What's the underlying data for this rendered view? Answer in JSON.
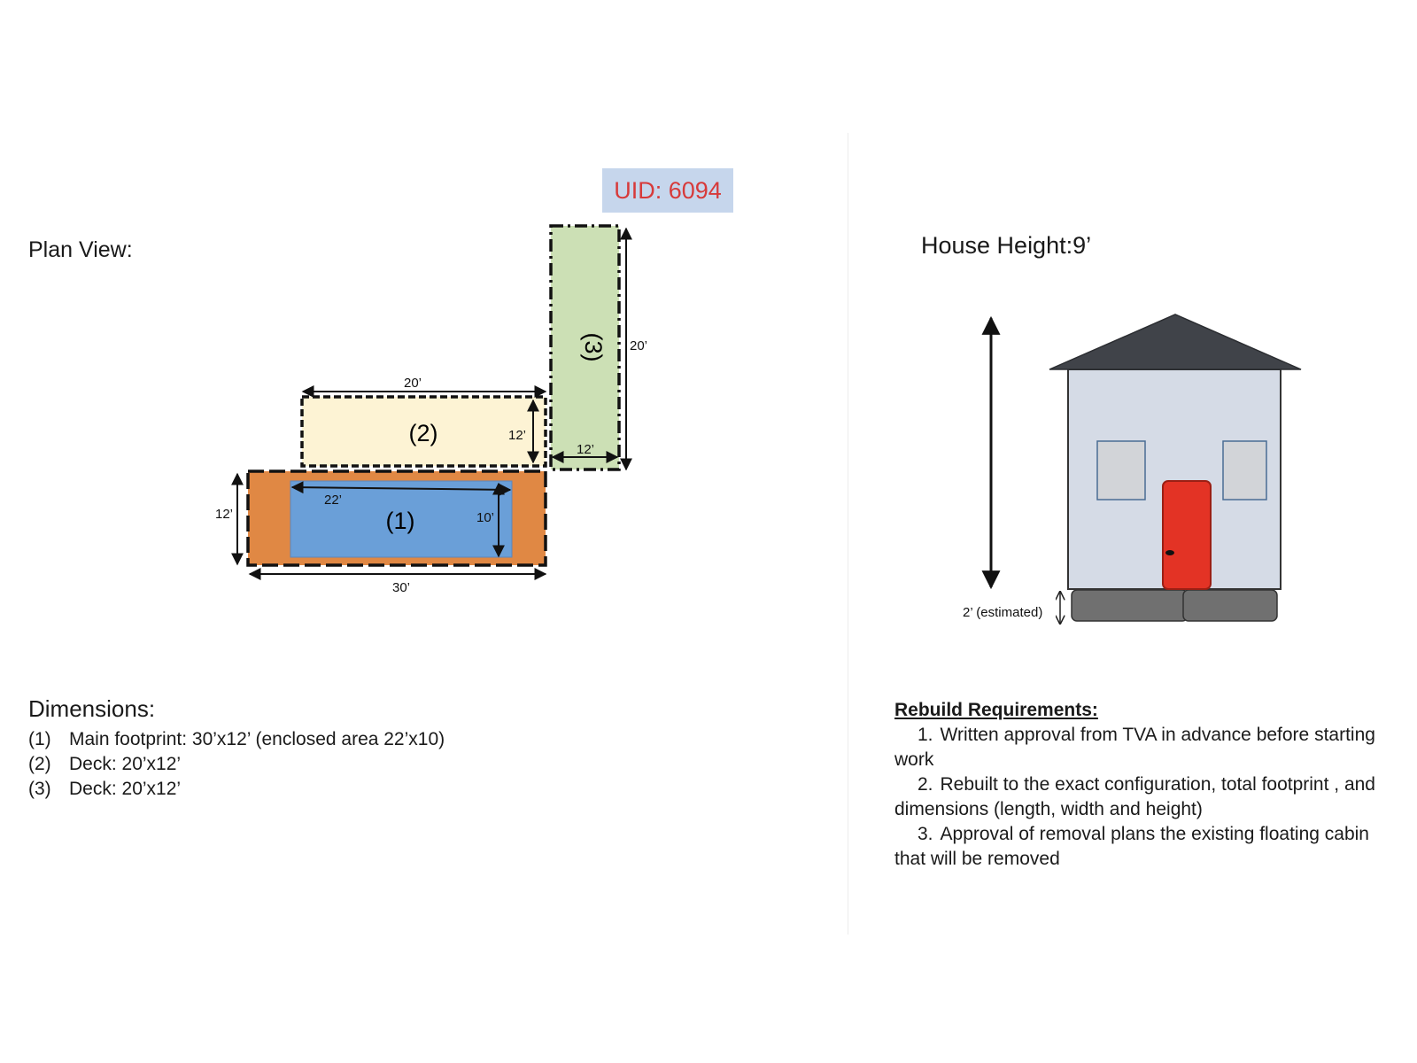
{
  "uid_badge": "UID: 6094",
  "plan_view": {
    "title": "Plan View:",
    "areas": [
      {
        "label": "(1)",
        "fill": "#6a9fd8",
        "border_fill": "#e08844"
      },
      {
        "label": "(2)",
        "fill": "#fdf3d4"
      },
      {
        "label": "(3)",
        "fill": "#cce0b5"
      }
    ],
    "dimension_labels": {
      "main_width": "30’",
      "main_height": "12’",
      "enclosed_width": "22’",
      "enclosed_height": "10’",
      "deck2_width": "20’",
      "deck2_height": "12’",
      "deck3_length": "20’",
      "deck3_width": "12’"
    }
  },
  "house": {
    "height_label": "House Height:9’",
    "foundation_label": "2’ (estimated)",
    "colors": {
      "roof": "#404349",
      "wall": "#d5dbe6",
      "door": "#e33325",
      "window": "#d2d4d8",
      "foundation": "#707070"
    }
  },
  "dimensions": {
    "title": "Dimensions:",
    "items": [
      {
        "num": "(1)",
        "text": "Main footprint: 30’x12’ (enclosed area 22’x10)"
      },
      {
        "num": "(2)",
        "text": "Deck: 20’x12’"
      },
      {
        "num": "(3)",
        "text": "Deck: 20’x12’"
      }
    ]
  },
  "rebuild": {
    "heading": "Rebuild Requirements:",
    "items": [
      {
        "num": "1.",
        "text": "Written approval from TVA in advance before starting work"
      },
      {
        "num": "2.",
        "text": "Rebuilt to the exact configuration, total footprint , and dimensions (length, width and height)"
      },
      {
        "num": "3.",
        "text": "Approval of removal plans the existing floating cabin that will be removed"
      }
    ]
  }
}
